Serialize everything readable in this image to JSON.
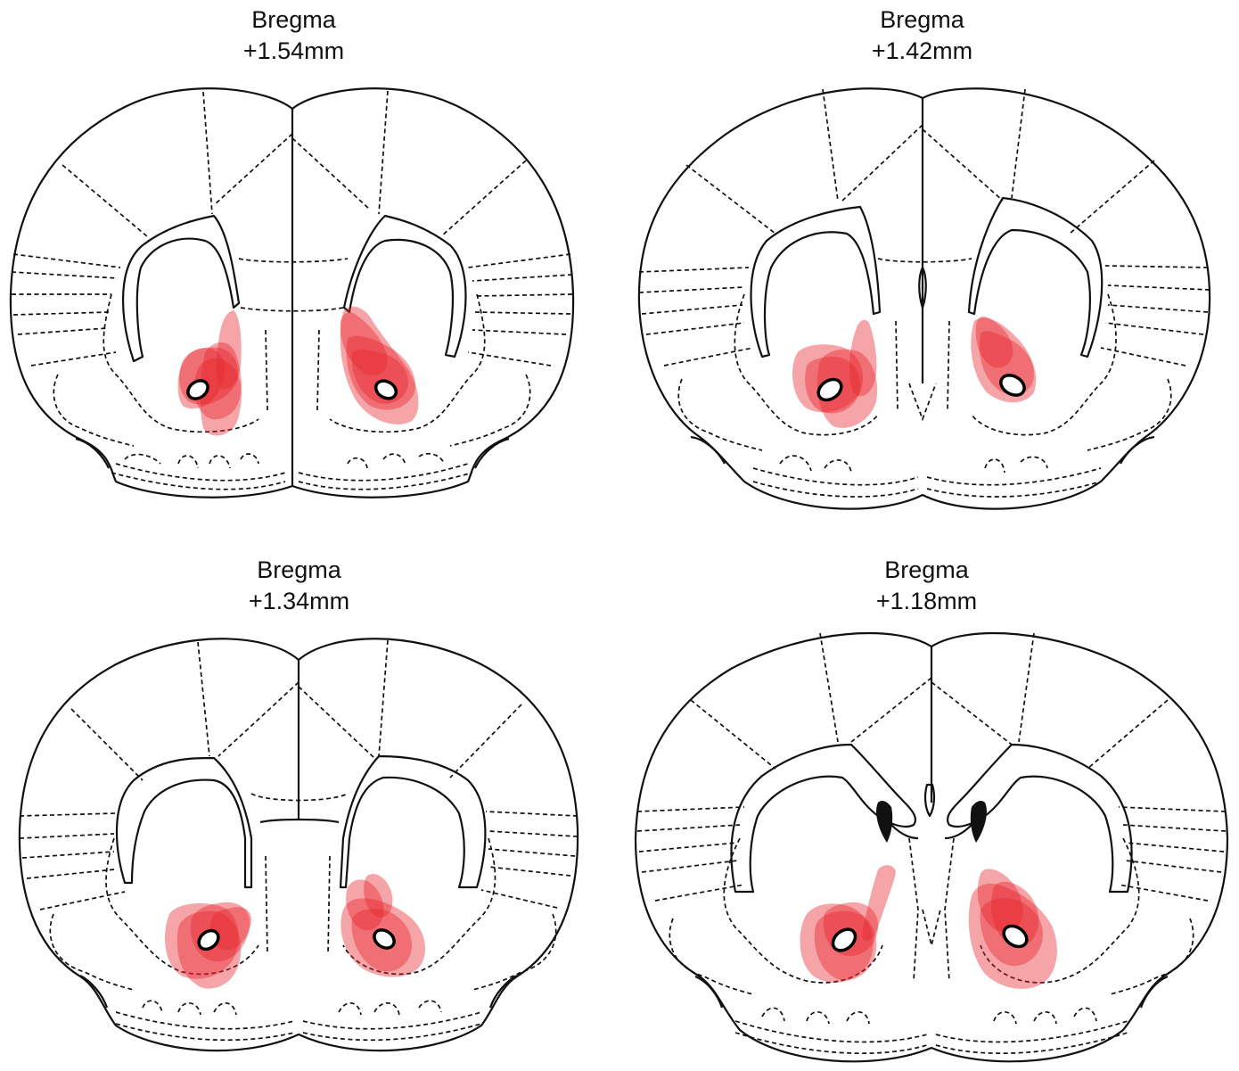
{
  "colors": {
    "lesion": "#e8262d",
    "outline": "#111111",
    "background": "#ffffff"
  },
  "sections": [
    {
      "line1": "Bregma",
      "line2": "+1.54mm"
    },
    {
      "line1": "Bregma",
      "line2": "+1.42mm"
    },
    {
      "line1": "Bregma",
      "line2": "+1.34mm"
    },
    {
      "line1": "Bregma",
      "line2": "+1.18mm"
    }
  ]
}
